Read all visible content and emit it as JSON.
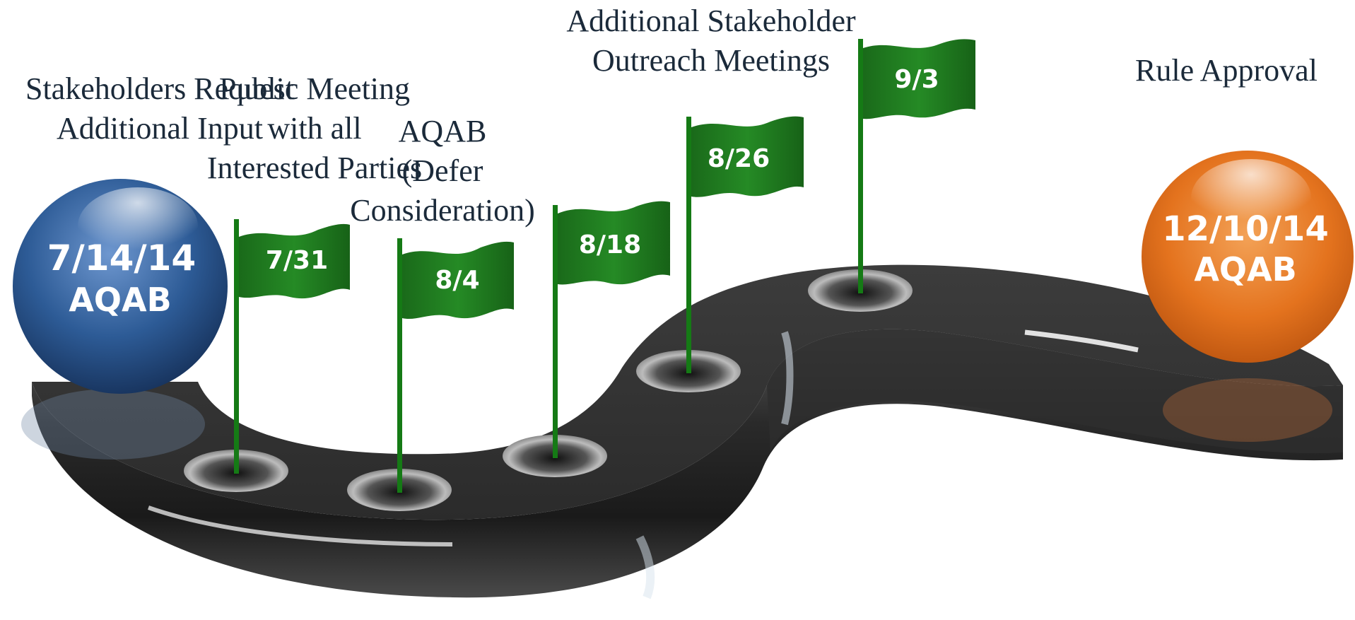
{
  "start_milestone": {
    "date": "7/14/14",
    "label": "AQAB",
    "color": "#2d5b96"
  },
  "end_milestone": {
    "date": "12/10/14",
    "label": "AQAB",
    "color": "#e4731e"
  },
  "flags": [
    {
      "date": "7/31",
      "caption": [
        "Stakeholders Request",
        "Additional Input"
      ]
    },
    {
      "date": "8/4",
      "caption": [
        "Public Meeting",
        "with all",
        "Interested Parties"
      ]
    },
    {
      "date": "8/18",
      "caption": [
        "AQAB",
        "(Defer",
        "Consideration)"
      ]
    },
    {
      "date": "8/26",
      "caption": []
    },
    {
      "date": "9/3",
      "caption": [
        "Additional Stakeholder",
        "Outreach Meetings"
      ]
    }
  ],
  "end_caption": "Rule Approval",
  "colors": {
    "flag": "#1f7a1f",
    "pole": "#157a15",
    "road": "#3a3a3a",
    "caption": "#1b2a3a"
  }
}
